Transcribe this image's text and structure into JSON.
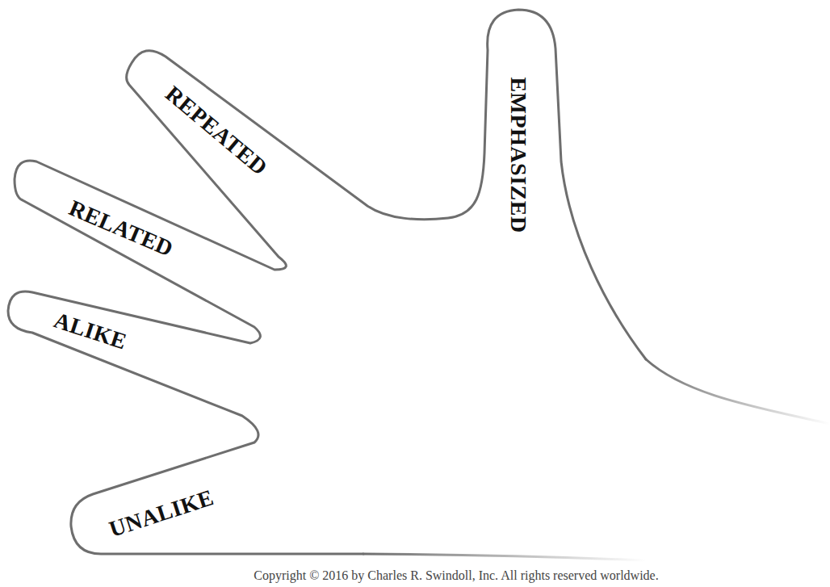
{
  "diagram": {
    "labels": [
      "REPEATED",
      "EMPHASIZED",
      "RELATED",
      "ALIKE",
      "UNALIKE",
      "Copyright © 2016 by Charles R. Swindoll, Inc. All rights reserved worldwide."
    ]
  }
}
